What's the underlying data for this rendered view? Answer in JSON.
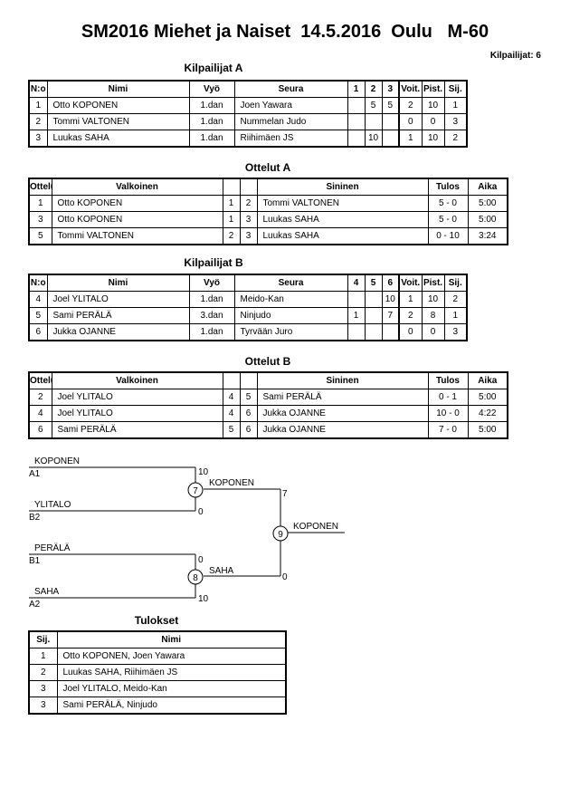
{
  "title": "SM2016 Miehet ja Naiset  14.5.2016  Oulu   M-60",
  "competitor_count": "Kilpailijat: 6",
  "pool_a": {
    "heading": "Kilpailijat A",
    "headers": [
      "N:o",
      "Nimi",
      "Vyö",
      "Seura",
      "1",
      "2",
      "3",
      "Voit.",
      "Pist.",
      "Sij."
    ],
    "rows": [
      [
        "1",
        "Otto KOPONEN",
        "1.dan",
        "Joen Yawara",
        "",
        "5",
        "5",
        "2",
        "10",
        "1"
      ],
      [
        "2",
        "Tommi VALTONEN",
        "1.dan",
        "Nummelan Judo",
        "",
        "",
        "",
        "0",
        "0",
        "3"
      ],
      [
        "3",
        "Luukas SAHA",
        "1.dan",
        "Riihimäen JS",
        "",
        "10",
        "",
        "1",
        "10",
        "2"
      ]
    ]
  },
  "matches_a": {
    "heading": "Ottelut A",
    "headers": [
      "Ottelu",
      "Valkoinen",
      "",
      "",
      "Sininen",
      "Tulos",
      "Aika"
    ],
    "rows": [
      [
        "1",
        "Otto KOPONEN",
        "1",
        "2",
        "Tommi VALTONEN",
        "5 - 0",
        "5:00"
      ],
      [
        "3",
        "Otto KOPONEN",
        "1",
        "3",
        "Luukas SAHA",
        "5 - 0",
        "5:00"
      ],
      [
        "5",
        "Tommi VALTONEN",
        "2",
        "3",
        "Luukas SAHA",
        "0 - 10",
        "3:24"
      ]
    ]
  },
  "pool_b": {
    "heading": "Kilpailijat B",
    "headers": [
      "N:o",
      "Nimi",
      "Vyö",
      "Seura",
      "4",
      "5",
      "6",
      "Voit.",
      "Pist.",
      "Sij."
    ],
    "rows": [
      [
        "4",
        "Joel YLITALO",
        "1.dan",
        "Meido-Kan",
        "",
        "",
        "10",
        "1",
        "10",
        "2"
      ],
      [
        "5",
        "Sami PERÄLÄ",
        "3.dan",
        "Ninjudo",
        "1",
        "",
        "7",
        "2",
        "8",
        "1"
      ],
      [
        "6",
        "Jukka OJANNE",
        "1.dan",
        "Tyrvään Juro",
        "",
        "",
        "",
        "0",
        "0",
        "3"
      ]
    ]
  },
  "matches_b": {
    "heading": "Ottelut B",
    "headers": [
      "Ottelu",
      "Valkoinen",
      "",
      "",
      "Sininen",
      "Tulos",
      "Aika"
    ],
    "rows": [
      [
        "2",
        "Joel YLITALO",
        "4",
        "5",
        "Sami PERÄLÄ",
        "0 - 1",
        "5:00"
      ],
      [
        "4",
        "Joel YLITALO",
        "4",
        "6",
        "Jukka OJANNE",
        "10 - 0",
        "4:22"
      ],
      [
        "6",
        "Sami PERÄLÄ",
        "5",
        "6",
        "Jukka OJANNE",
        "7 - 0",
        "5:00"
      ]
    ]
  },
  "bracket": {
    "semi1": {
      "top_name": "KOPONEN",
      "top_seed": "A1",
      "top_score": "10",
      "bottom_name": "YLITALO",
      "bottom_seed": "B2",
      "bottom_score": "0",
      "match_no": "7",
      "winner": "KOPONEN"
    },
    "semi2": {
      "top_name": "PERÄLÄ",
      "top_seed": "B1",
      "top_score": "0",
      "bottom_name": "SAHA",
      "bottom_seed": "A2",
      "bottom_score": "10",
      "match_no": "8",
      "winner": "SAHA"
    },
    "final": {
      "top_score": "7",
      "bottom_score": "0",
      "match_no": "9",
      "winner": "KOPONEN"
    }
  },
  "results": {
    "heading": "Tulokset",
    "headers": [
      "Sij.",
      "Nimi"
    ],
    "rows": [
      [
        "1",
        "Otto KOPONEN, Joen Yawara"
      ],
      [
        "2",
        "Luukas SAHA, Riihimäen JS"
      ],
      [
        "3",
        "Joel YLITALO, Meido-Kan"
      ],
      [
        "3",
        "Sami PERÄLÄ, Ninjudo"
      ]
    ]
  }
}
